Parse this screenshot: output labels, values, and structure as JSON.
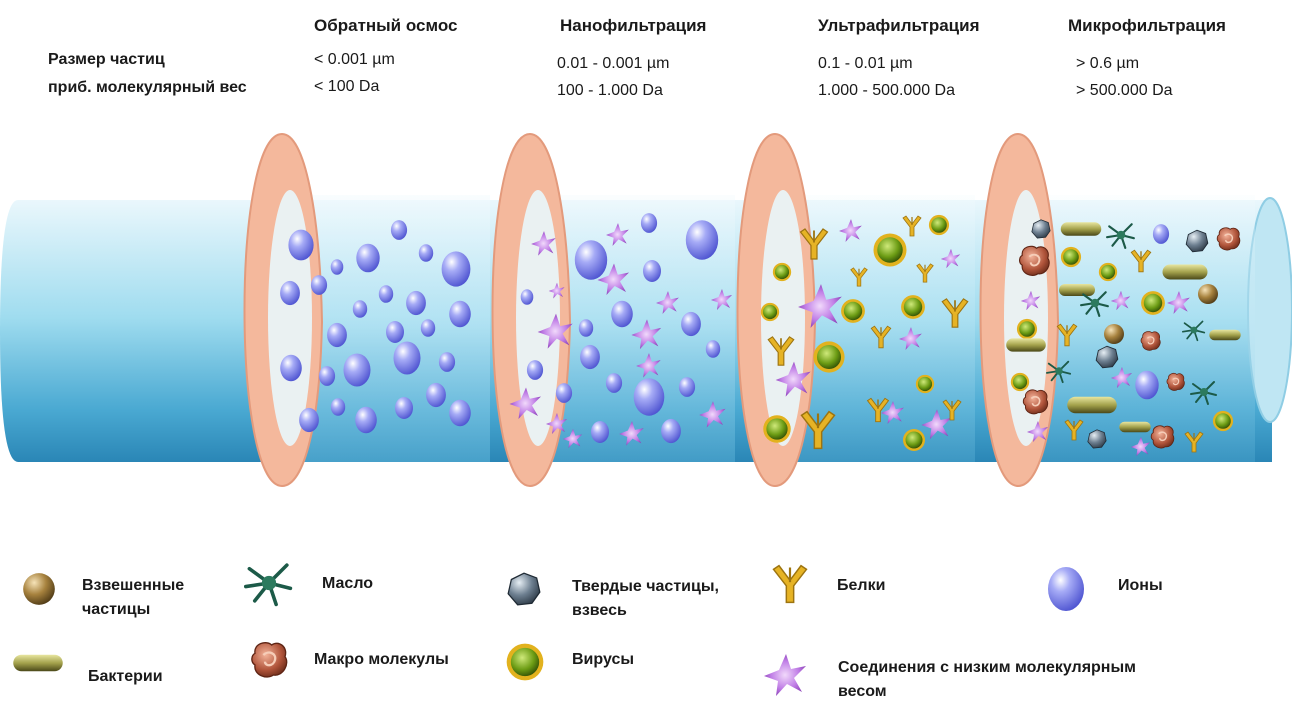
{
  "header": {
    "row_label_1": "Размер частиц",
    "row_label_2": "приб. молекулярный вес"
  },
  "stages": [
    {
      "name": "Обратный осмос",
      "size": "< 0.001 µm",
      "weight": "< 100 Da"
    },
    {
      "name": "Нанофильтрация",
      "size": "0.01 - 0.001 µm",
      "weight": "100 - 1.000 Da"
    },
    {
      "name": "Ультрафильтрация",
      "size": "0.1 - 0.01 µm",
      "weight": "1.000 - 500.000 Da"
    },
    {
      "name": "Микрофильтрация",
      "size": "> 0.6 µm",
      "weight": "> 500.000 Da"
    }
  ],
  "legend": {
    "suspended": "Взвешенные частицы",
    "bacteria": "Бактерии",
    "oil": "Масло",
    "macro": "Макро молекулы",
    "solids": "Твердые частицы, взвесь",
    "viruses": "Вирусы",
    "proteins": "Белки",
    "low_mw": "Соединения с низким молекулярным весом",
    "ions": "Ионы"
  },
  "colors": {
    "tube_top": "#e8f6fb",
    "tube_mid": "#7fcde8",
    "tube_bottom": "#2f8fbf",
    "membrane_ring": "#f4b89c",
    "ion": "#6c73e0",
    "virus": "#6a9a12",
    "protein": "#e4b020",
    "low_mw": "#b56ad8",
    "suspended": "#9b7b3e",
    "bacteria": "#9e9d48",
    "oil": "#1f5a4a",
    "macro": "#b0543a",
    "solids": "#4a5a6a"
  },
  "icons": {
    "suspended": "suspended-particle-icon",
    "bacteria": "bacteria-icon",
    "oil": "oil-icon",
    "macro": "macro-molecule-icon",
    "solids": "solid-particle-icon",
    "viruses": "virus-icon",
    "proteins": "protein-icon",
    "low_mw": "low-mw-compound-icon",
    "ions": "ion-icon"
  }
}
